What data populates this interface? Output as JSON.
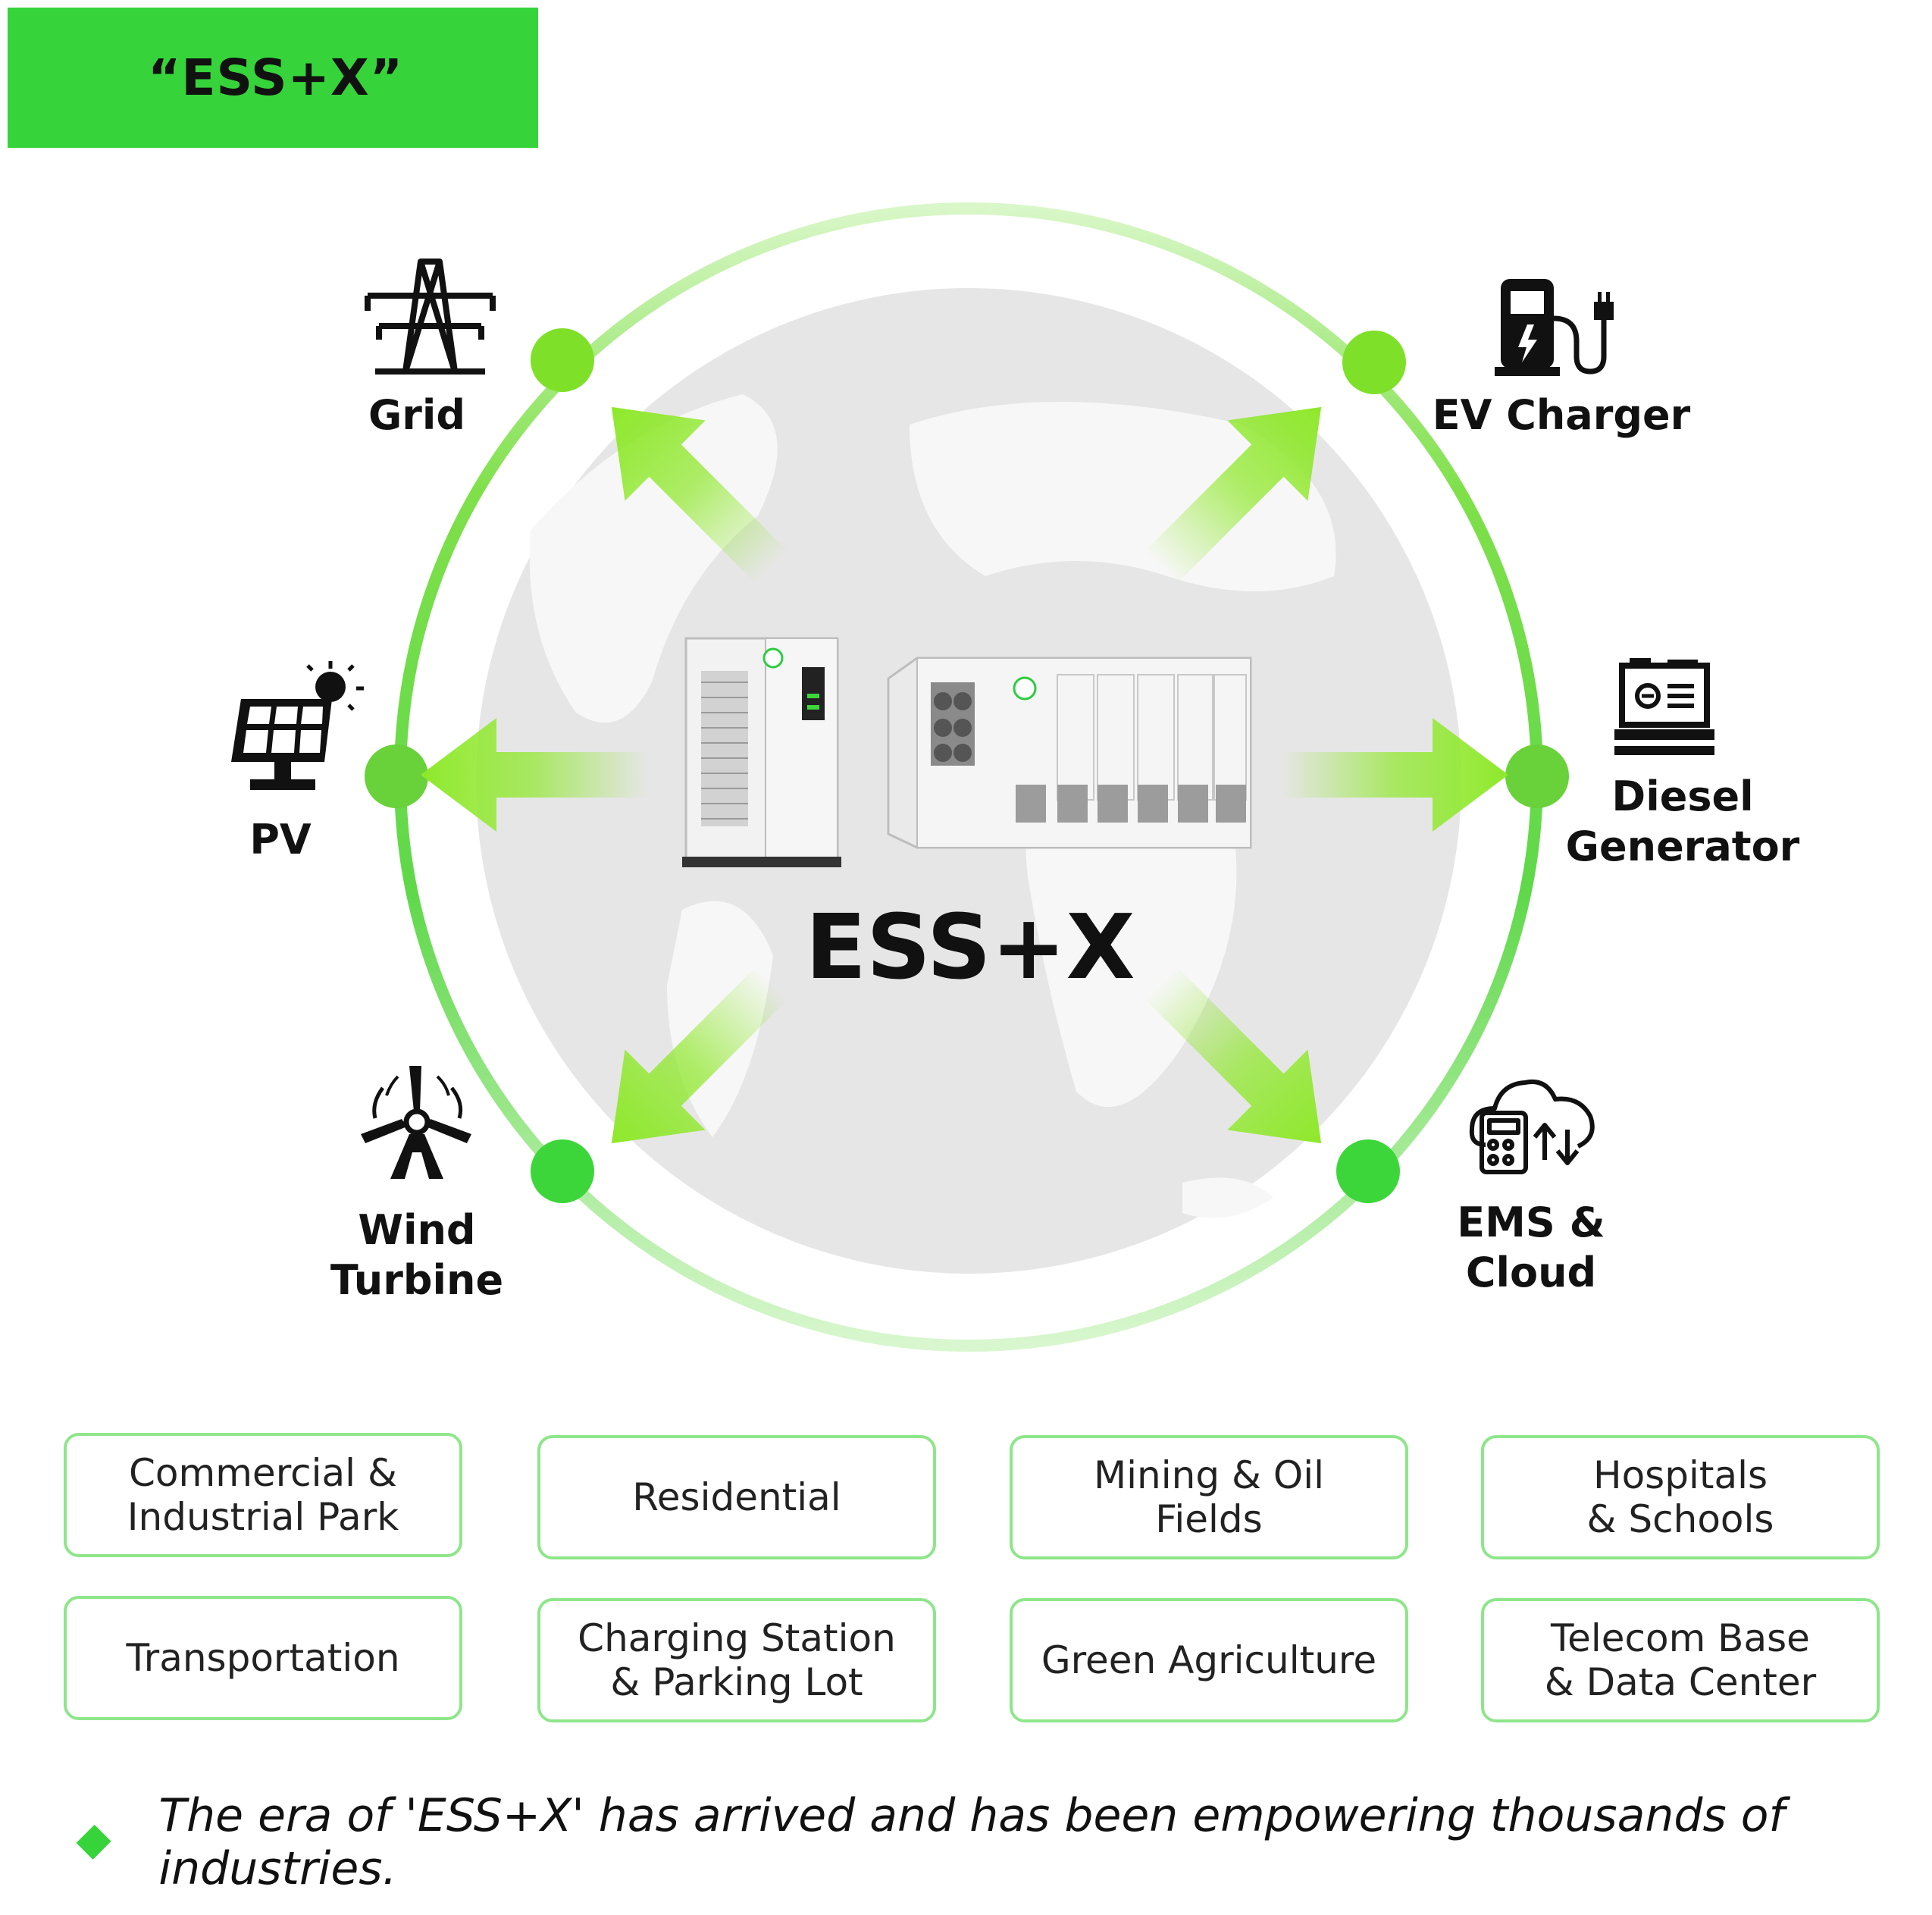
{
  "header": {
    "title": "“ESS+X”"
  },
  "center": {
    "title": "ESS+X"
  },
  "nodes": {
    "grid": {
      "label": "Grid"
    },
    "ev_charger": {
      "label": "EV Charger"
    },
    "pv": {
      "label": "PV"
    },
    "diesel_generator": {
      "label": "Diesel\nGenerator"
    },
    "wind_turbine": {
      "label": "Wind\nTurbine"
    },
    "ems_cloud": {
      "label": "EMS &\nCloud"
    }
  },
  "applications": [
    {
      "label": "Commercial &\nIndustrial Park"
    },
    {
      "label": "Residential"
    },
    {
      "label": "Mining & Oil\nFields"
    },
    {
      "label": "Hospitals\n& Schools"
    },
    {
      "label": "Transportation"
    },
    {
      "label": "Charging Station\n& Parking Lot"
    },
    {
      "label": "Green Agriculture"
    },
    {
      "label": "Telecom Base\n& Data Center"
    }
  ],
  "footer": {
    "text": "The era of 'ESS+X' has arrived and has been empowering thousands of industries."
  },
  "colors": {
    "accent_green": "#36d43a",
    "ring_green": "#5fd84a",
    "arrow_green": "#8ee82a",
    "card_border": "#8ee68a",
    "globe_gray": "#e4e4e4"
  },
  "icons": {
    "grid": "transmission-tower-icon",
    "ev_charger": "ev-charger-icon",
    "pv": "solar-panel-icon",
    "diesel_generator": "generator-icon",
    "wind_turbine": "wind-turbine-icon",
    "ems_cloud": "cloud-ems-icon"
  }
}
